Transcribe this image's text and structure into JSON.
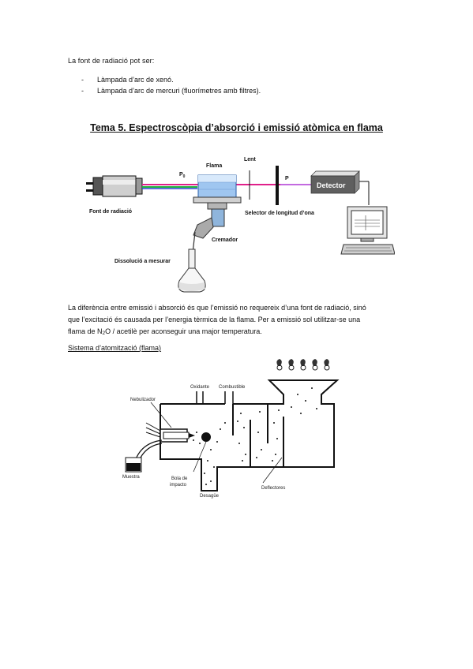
{
  "intro": "La font de radiació pot ser:",
  "sources": [
    {
      "bullet": "-",
      "text": "Làmpada d’arc de xenó."
    },
    {
      "bullet": "-",
      "text": "Làmpada d’arc de mercuri (fluorímetres amb filtres)."
    }
  ],
  "heading": "Tema 5. Espectroscòpia d’absorció i emissió atòmica en flama",
  "diagram1": {
    "flama": "Flama",
    "lent": "Lent",
    "p0": "P",
    "p0_sub": "0",
    "p": "P",
    "detector": "Detector",
    "font": "Font de radiació",
    "selector": "Selector de longitud d’ona",
    "cremador": "Cremador",
    "dissolucio": "Dissolució a mesurar"
  },
  "paragraph": {
    "line1": "La diferència entre emissió i absorció és que l’emissió no requereix d’una font de radiació, sinó",
    "line2": "que l’excitació és causada per l’energia tèrmica de la flama. Per a emissió sol utilitzar-se una",
    "line3_a": "flama de N",
    "line3_sub": "2",
    "line3_b": "O / acetilè per aconseguir una major temperatura."
  },
  "section": "Sistema d’atomització (flama)",
  "diagram2": {
    "oxidante": "Oxidante",
    "combustible": "Combustible",
    "nebulizador": "Nebulizador",
    "muestra": "Muestra",
    "bola1": "Bola de",
    "bola2": "impacto",
    "desague": "Desagüe",
    "deflectores": "Deflectores"
  }
}
